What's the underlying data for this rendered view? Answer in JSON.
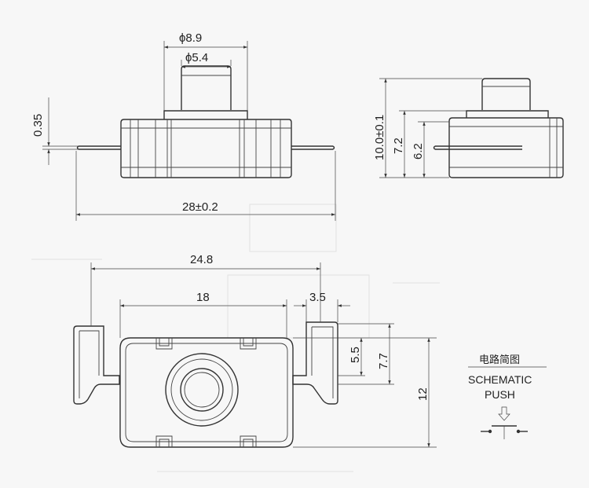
{
  "dimensions": {
    "phi_outer": "ϕ8.9",
    "phi_inner": "ϕ5.4",
    "lead_thickness": "0.35",
    "overall_length": "28±0.2",
    "height_total": "10.0±0.1",
    "height_body": "7.2",
    "height_lead": "6.2",
    "pin_span": "24.8",
    "body_width": "18",
    "tab_width": "3.5",
    "dim_5_5": "5.5",
    "dim_7_7": "7.7",
    "depth": "12"
  },
  "schematic": {
    "title_cn": "电路简图",
    "title_en": "SCHEMATIC",
    "subtitle": "PUSH"
  },
  "colors": {
    "ink": "#333333",
    "paper": "#f7f7f7"
  }
}
